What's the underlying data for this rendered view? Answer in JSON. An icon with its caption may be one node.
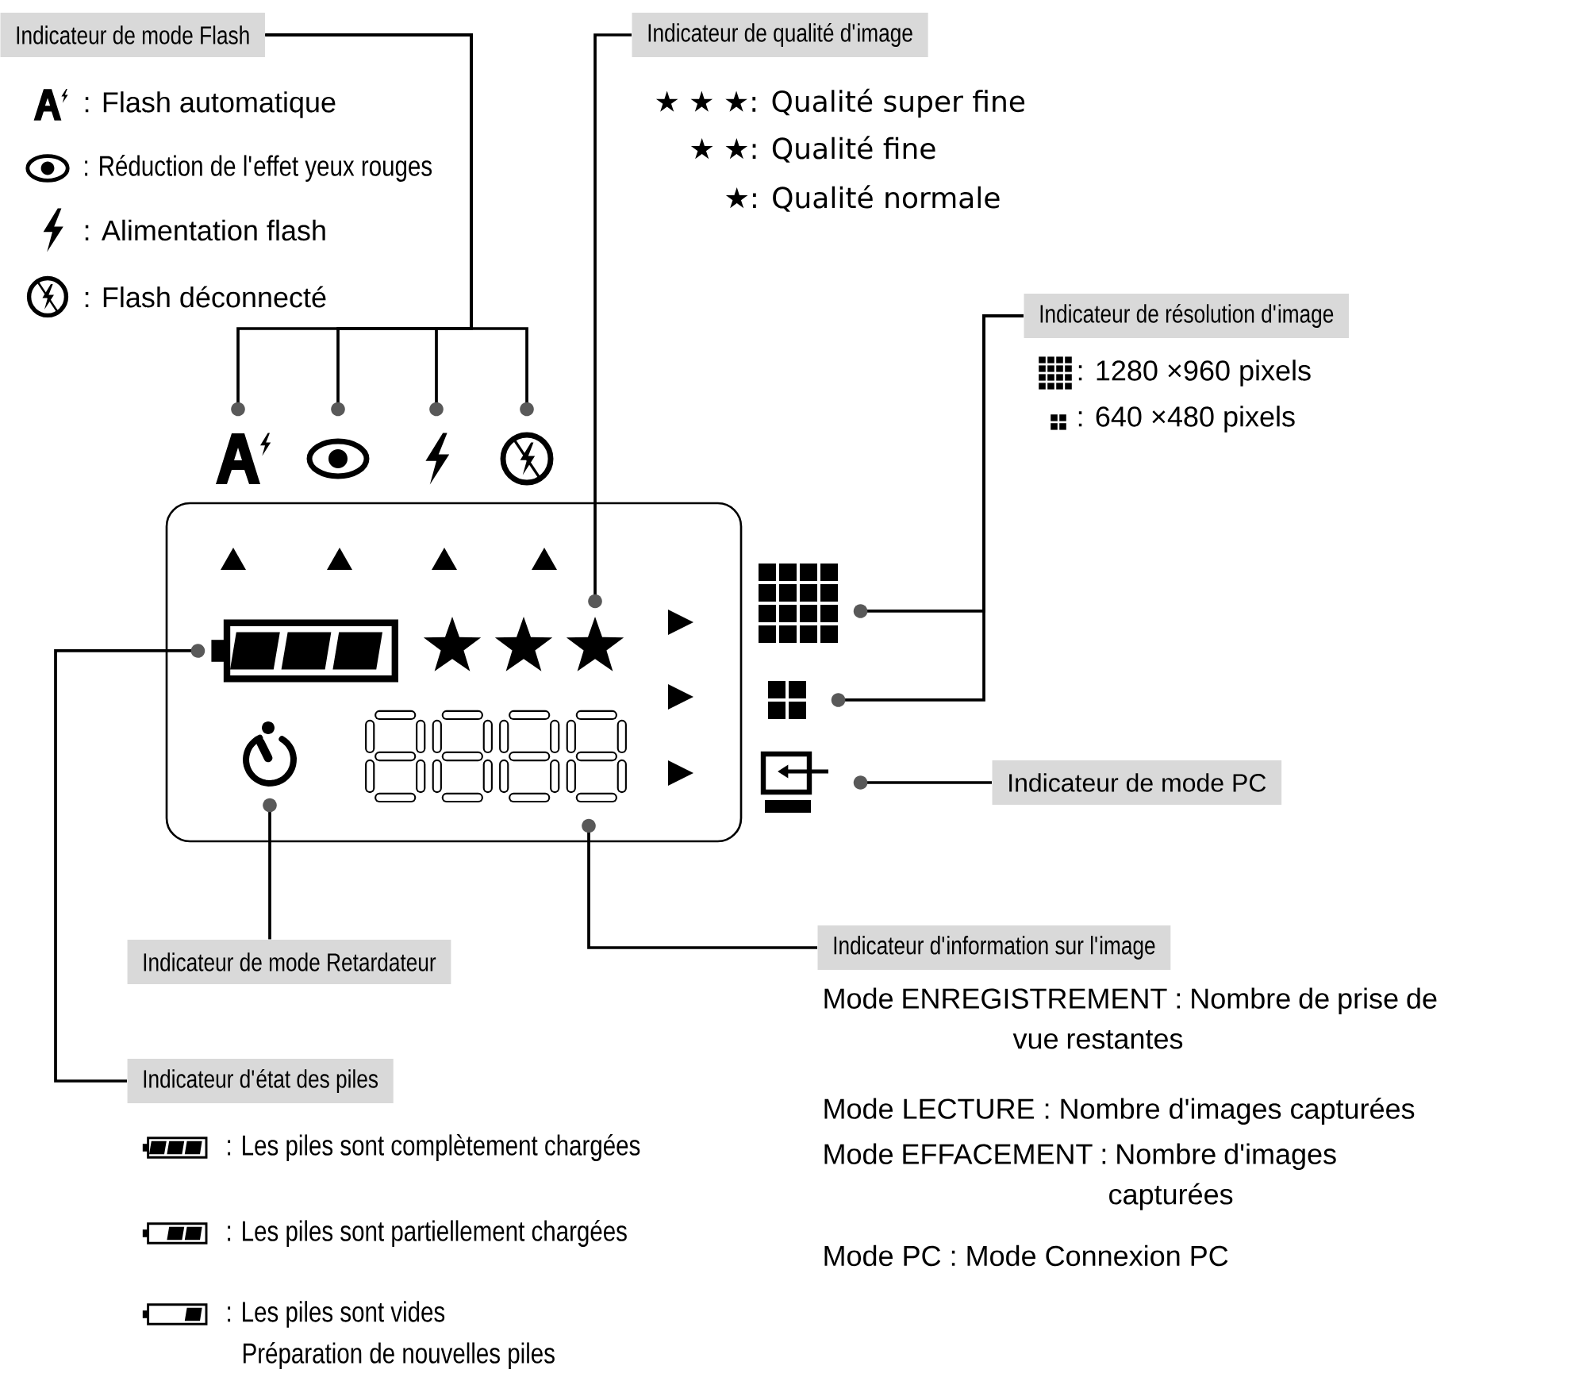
{
  "diagram": {
    "nodes": [
      {
        "text": [
          "Indicateur de mode Flash"
        ]
      },
      {
        "text": [
          "Indicateur de qualité d'image"
        ]
      },
      {
        "text": [
          "Indicateur de résolution d'image"
        ]
      },
      {
        "text": [],
        "shape": "icon"
      },
      {
        "text": [],
        "shape": "icon"
      },
      {
        "text": [],
        "shape": "icon"
      },
      {
        "text": [],
        "shape": "icon"
      },
      {
        "text": [],
        "shape": "box"
      },
      {
        "text": [],
        "shape": "star",
        "in": 7
      },
      {
        "text": [],
        "shape": "battery",
        "in": 7
      },
      {
        "text": [],
        "shape": "icon",
        "in": 7
      },
      {
        "text": [],
        "shape": "digits",
        "in": 7
      },
      {
        "text": [],
        "shape": "icon"
      },
      {
        "text": [],
        "shape": "icon"
      },
      {
        "text": [],
        "shape": "icon"
      },
      {
        "text": [
          "Indicateur de mode PC"
        ]
      },
      {
        "text": [
          "Indicateur de mode Retardateur"
        ]
      },
      {
        "text": [
          "Indicateur d'information sur l'image"
        ]
      },
      {
        "text": [
          "Indicateur d'état des piles"
        ]
      }
    ],
    "edges": [
      {
        "from": 0,
        "to": 3,
        "arrow": "other"
      },
      {
        "from": 0,
        "to": 4,
        "arrow": "other"
      },
      {
        "from": 0,
        "to": 5,
        "arrow": "other"
      },
      {
        "from": 0,
        "to": 6,
        "arrow": "other"
      },
      {
        "from": 1,
        "to": 8,
        "arrow": "other"
      },
      {
        "from": 2,
        "to": 12,
        "arrow": "other"
      },
      {
        "from": 2,
        "to": 13,
        "arrow": "other"
      },
      {
        "from": 15,
        "to": 14,
        "arrow": "other"
      },
      {
        "from": 16,
        "to": 10,
        "arrow": "other"
      },
      {
        "from": 17,
        "to": 11,
        "arrow": "other"
      },
      {
        "from": 18,
        "to": 9,
        "arrow": "other"
      }
    ],
    "labels": [
      ": Flash automatique",
      ": Réduction de l'effet yeux rouges",
      ": Alimentation flash",
      ": Flash déconnecté",
      "★ ★ ★: Qualité super fine",
      "★ ★: Qualité fine",
      "★: Qualité normale",
      ": 1280 ×960 pixels",
      ":   640 ×480 pixels",
      "Mode ENREGISTREMENT : Nombre de prise de vue restantes",
      "Mode LECTURE : Nombre d'images capturées",
      "Mode EFFACEMENT : Nombre d'images capturées",
      "Mode PC : Mode Connexion PC",
      ": Les piles sont complètement chargées",
      ": Les piles sont partiellement chargées",
      ": Les piles sont vides",
      "Préparation de nouvelles piles"
    ]
  }
}
